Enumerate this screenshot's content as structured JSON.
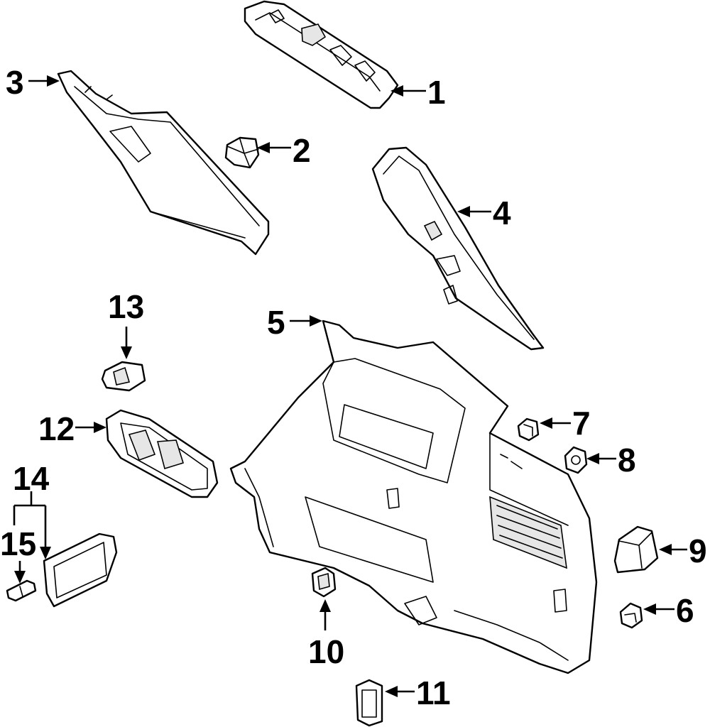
{
  "diagram": {
    "callouts": [
      {
        "id": "1",
        "label": "1"
      },
      {
        "id": "2",
        "label": "2"
      },
      {
        "id": "3",
        "label": "3"
      },
      {
        "id": "4",
        "label": "4"
      },
      {
        "id": "5",
        "label": "5"
      },
      {
        "id": "6",
        "label": "6"
      },
      {
        "id": "7",
        "label": "7"
      },
      {
        "id": "8",
        "label": "8"
      },
      {
        "id": "9",
        "label": "9"
      },
      {
        "id": "10",
        "label": "10"
      },
      {
        "id": "11",
        "label": "11"
      },
      {
        "id": "12",
        "label": "12"
      },
      {
        "id": "13",
        "label": "13"
      },
      {
        "id": "14",
        "label": "14"
      },
      {
        "id": "15",
        "label": "15"
      }
    ],
    "colors": {
      "line": "#000000",
      "background": "#ffffff",
      "shade": "#e6e6e6"
    }
  }
}
